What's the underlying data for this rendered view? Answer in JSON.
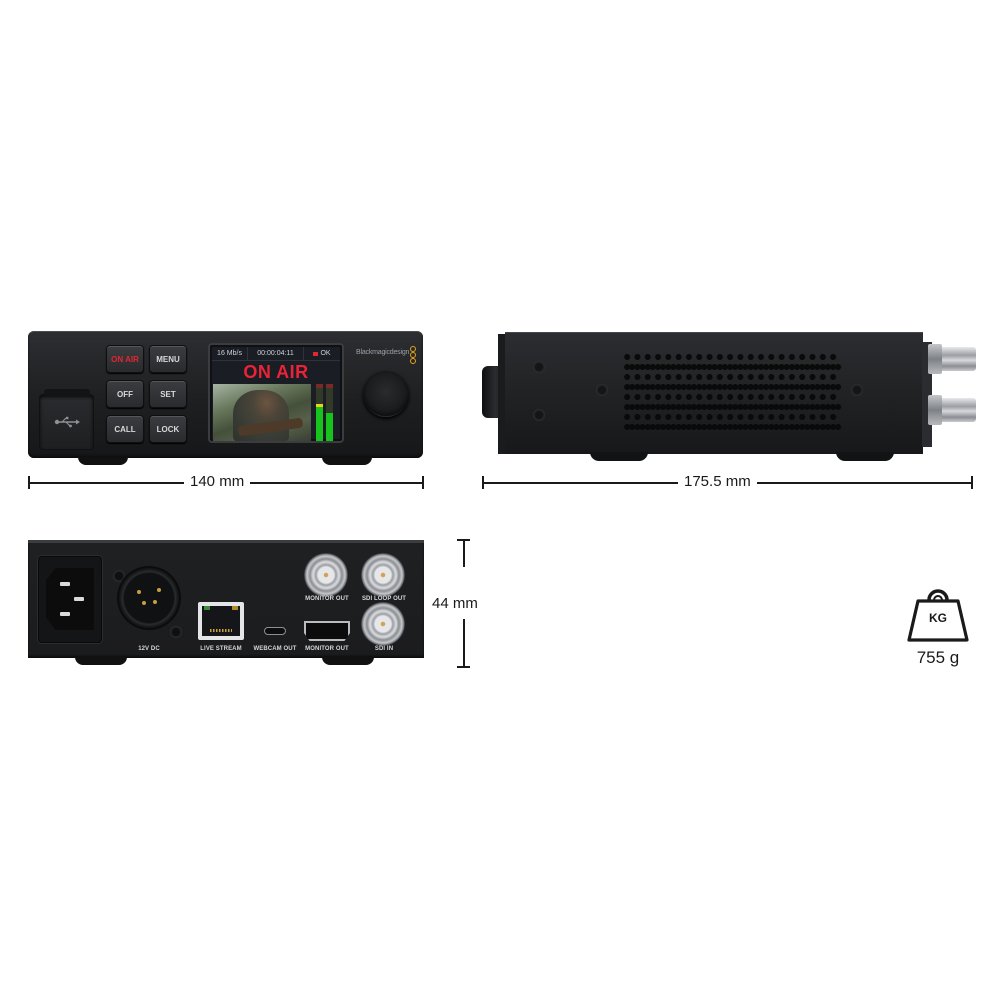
{
  "front_panel": {
    "buttons": [
      {
        "label": "ON AIR",
        "color": "#e22632"
      },
      {
        "label": "MENU"
      },
      {
        "label": "OFF"
      },
      {
        "label": "SET"
      },
      {
        "label": "CALL"
      },
      {
        "label": "LOCK"
      }
    ],
    "lcd": {
      "bitrate": "16 Mb/s",
      "timecode": "00:00:04:11",
      "status": "OK",
      "status_indicator_color": "#e22632",
      "banner": "ON AIR",
      "banner_color": "#ec2237"
    },
    "brand": "Blackmagicdesign",
    "brand_accent_color": "#e7a21b"
  },
  "rear_panel": {
    "connectors": [
      {
        "label": "12V DC"
      },
      {
        "label": "LIVE STREAM"
      },
      {
        "label": "WEBCAM OUT"
      },
      {
        "label": "MONITOR OUT",
        "type": "HDMI"
      },
      {
        "label": "MONITOR OUT",
        "type": "BNC"
      },
      {
        "label": "SDI LOOP OUT"
      },
      {
        "label": "SDI IN"
      }
    ]
  },
  "dimensions": {
    "width": "140 mm",
    "depth": "175.5 mm",
    "height": "44 mm"
  },
  "weight": {
    "icon_label": "KG",
    "value": "755 g"
  }
}
